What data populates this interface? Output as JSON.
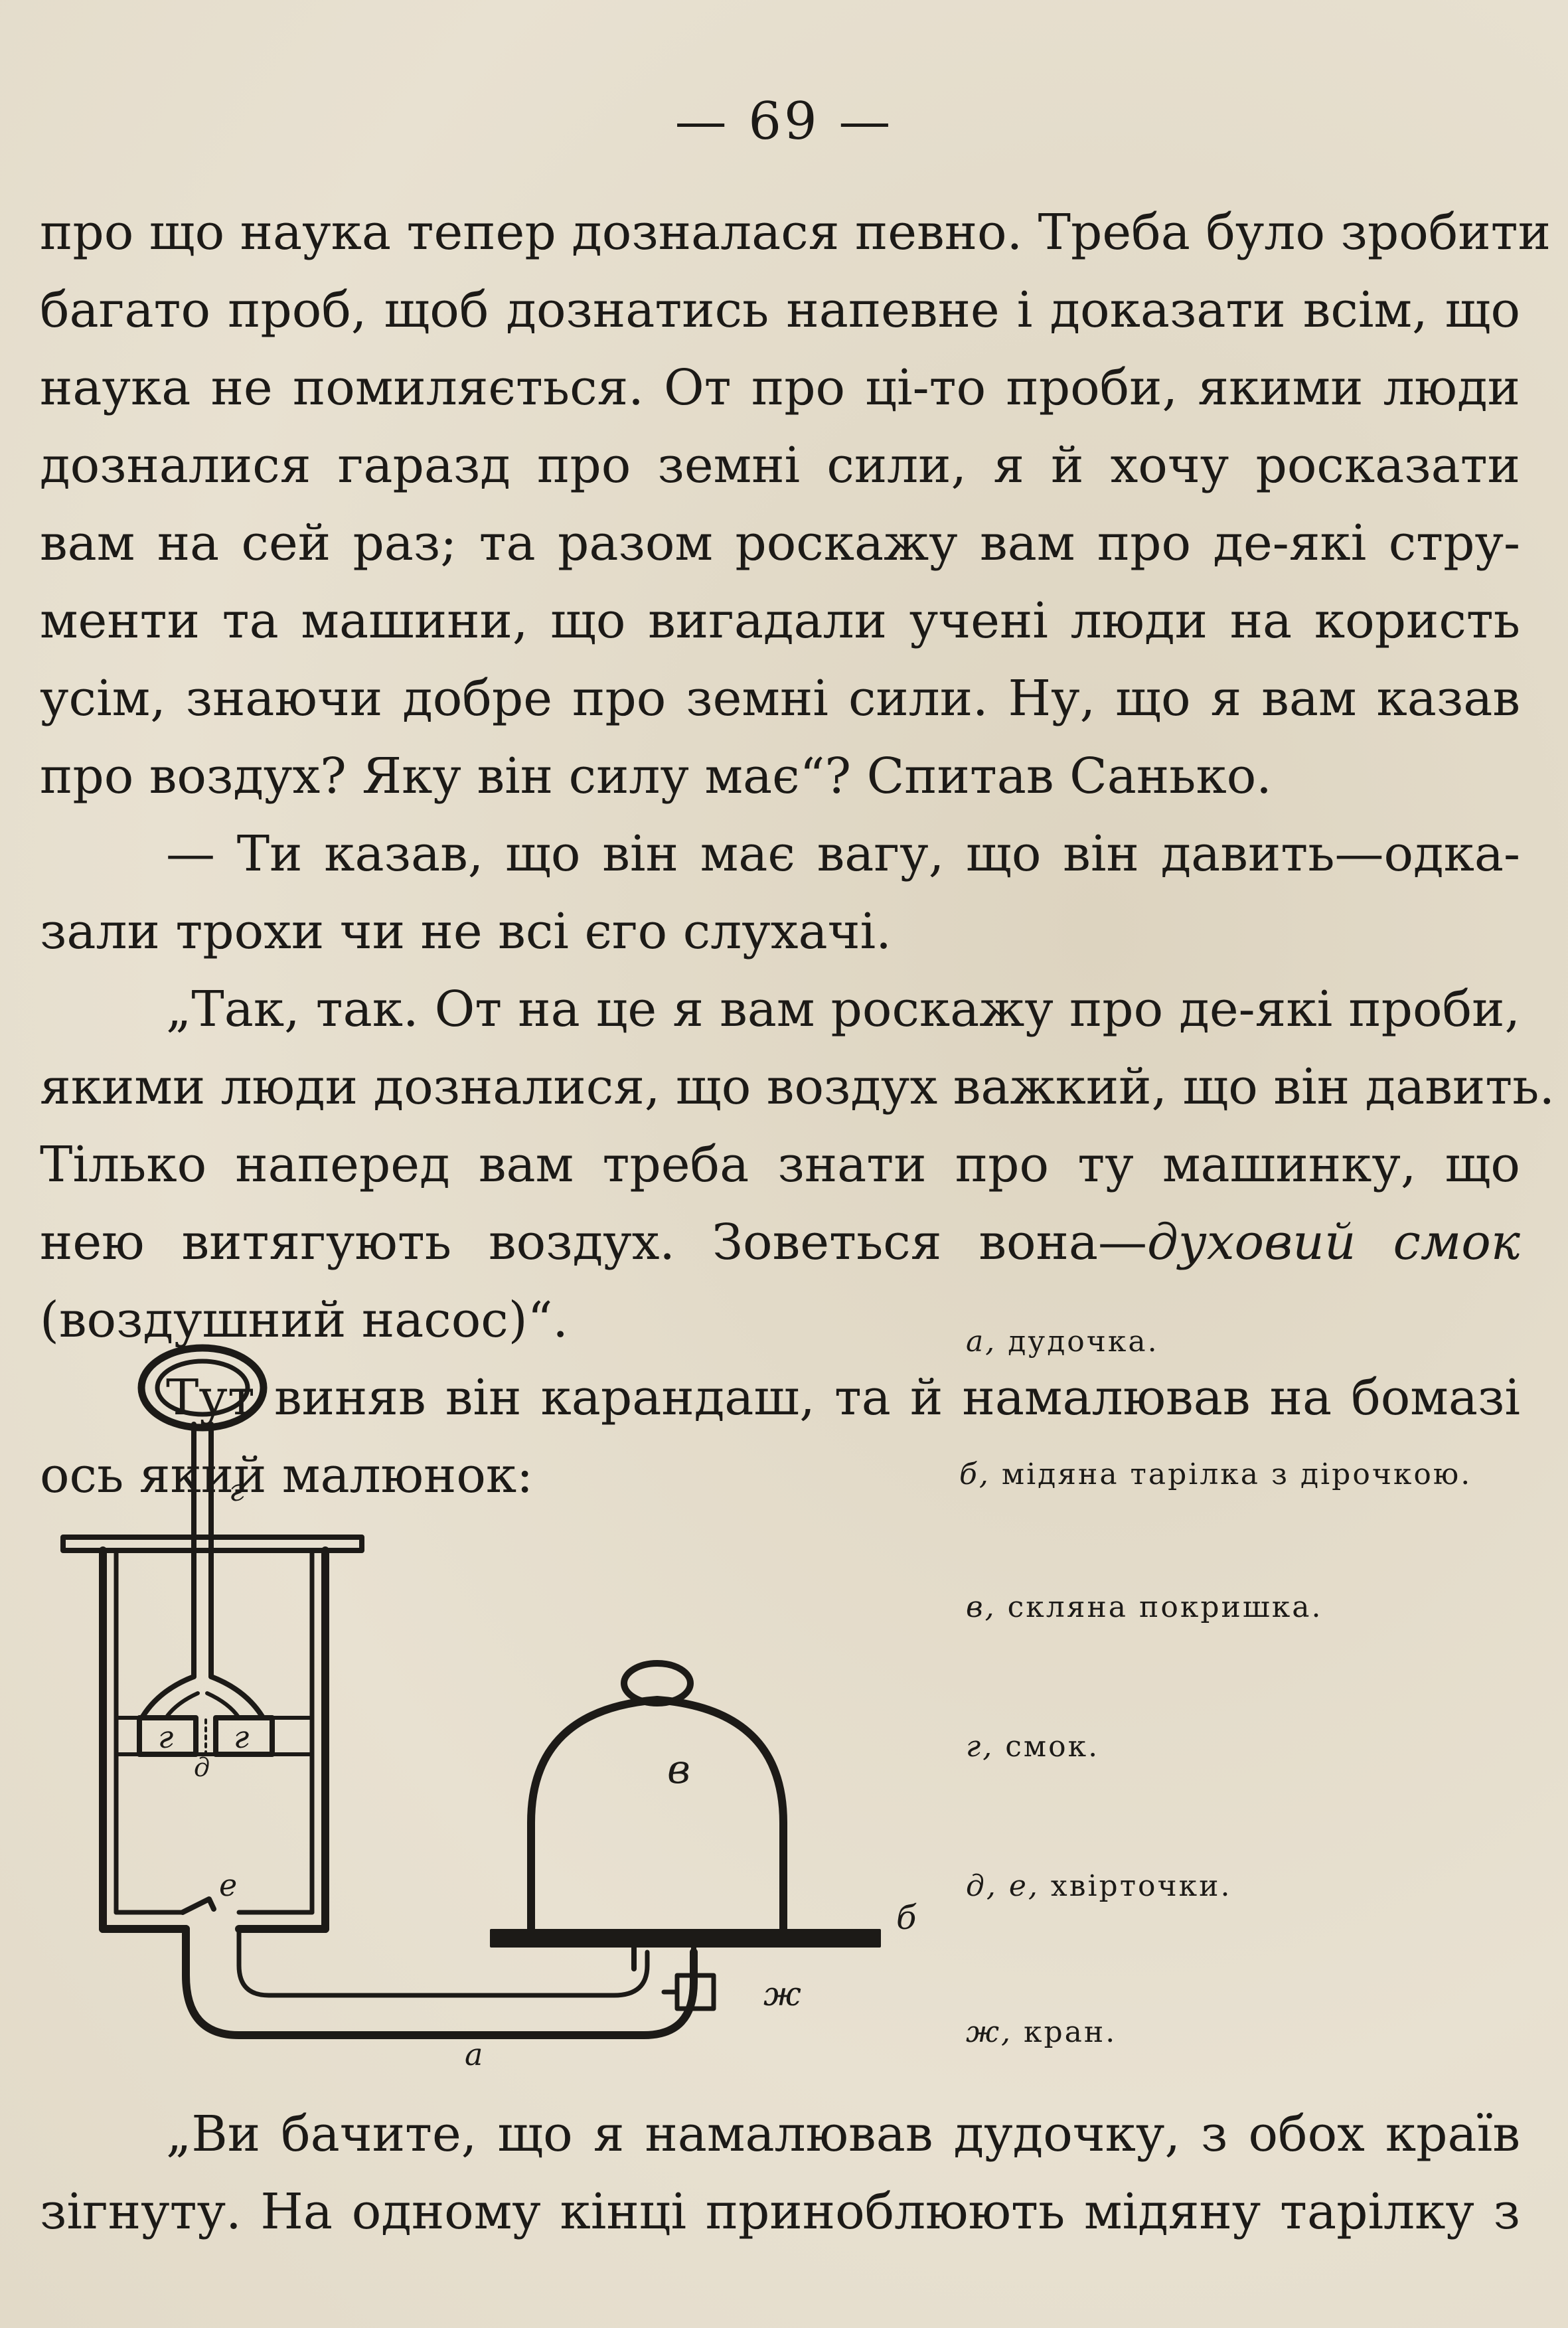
{
  "page_number": "— 69 —",
  "paragraph_1": [
    "про що наука тепер дозналася певно. Треба було зробити",
    "багато проб, щоб дознатись напевне і доказати всім, що",
    "наука не помиляється. От про ці-то проби, якими люди",
    "дозналися гаразд про земні сили, я й хочу росказати",
    "вам на сей раз; та разом роскажу вам про де-які стру-",
    "менти та машини, що вигадали учені люди на користь",
    "усім, знаючи добре про земні сили. Ну, що я вам казав",
    "про воздух? Яку він силу має“? Спитав Санько."
  ],
  "paragraph_2": [
    "— Ти казав, що він має вагу, що він давить—одка-",
    "зали трохи чи не всі єго слухачі."
  ],
  "paragraph_3": {
    "lines": [
      "„Так, так. От на це я вам роскажу про де-які проби,",
      "якими люди дозналися, що воздух важкий, що він давить.",
      "Тілько наперед вам треба знати про ту машинку, що"
    ],
    "line4_text": "нею витягують воздух. Зоветься вона—",
    "line4_italic": "духовий смок",
    "line5": "(воздушний насос)“."
  },
  "paragraph_4": [
    "Тут виняв він карандаш, та й намалював на бомазі",
    "ось який малюнок:"
  ],
  "figure": {
    "labels": {
      "g_top": "г",
      "g_left": "г",
      "g_right": "г",
      "d": "д",
      "e": "е",
      "v": "в",
      "b": "б",
      "zh": "ж",
      "a": "а"
    },
    "legend": [
      {
        "key": "а,",
        "text": "дудочка."
      },
      {
        "key": "б,",
        "text": "мідяна тарілка з дірочкою."
      },
      {
        "key": "в,",
        "text": "скляна покришка."
      },
      {
        "key": "г,",
        "text": "смок."
      },
      {
        "key": "д, е,",
        "text": "хвірточки."
      },
      {
        "key": "ж,",
        "text": "кран."
      }
    ]
  },
  "paragraph_5": [
    "„Ви бачите, що я намалював дудочку, з обох країв",
    "зігнуту. На одному кінці приноблюють мідяну тарілку з"
  ]
}
